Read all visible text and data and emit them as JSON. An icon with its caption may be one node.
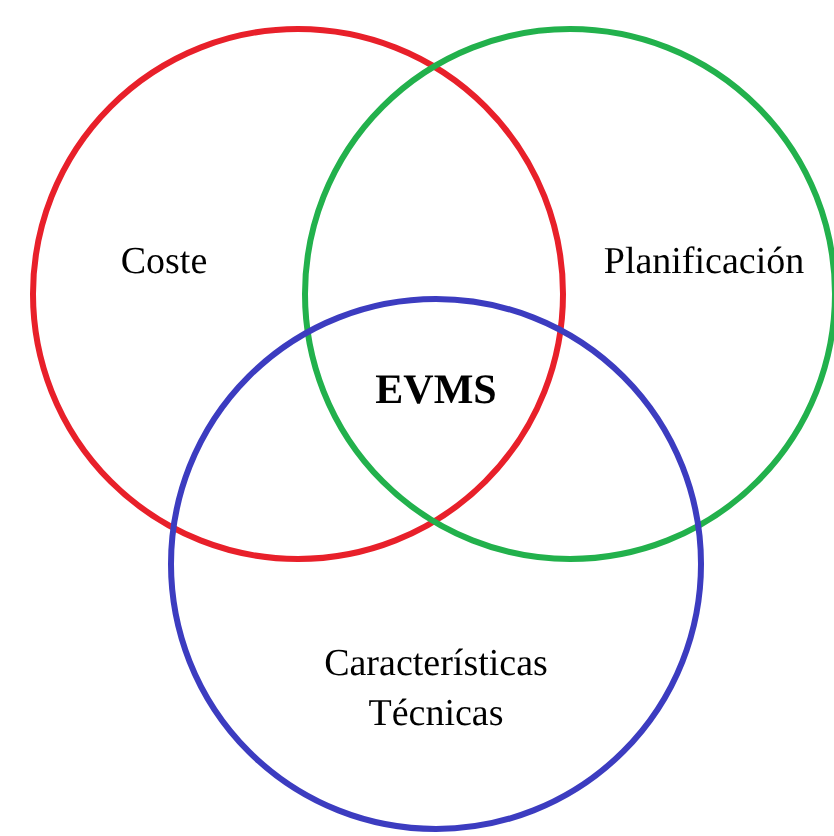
{
  "diagram": {
    "nodes": [
      {
        "text": [
          "Coste"
        ]
      },
      {
        "text": [
          "Planificación"
        ]
      },
      {
        "text": [
          "Características Técnicas"
        ]
      }
    ],
    "edges": [],
    "labels": [
      "EVMS"
    ]
  }
}
